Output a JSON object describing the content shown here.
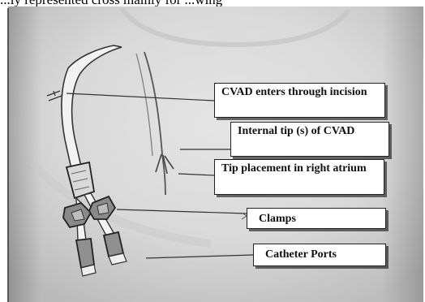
{
  "caption_fragment": "...ly represented cross mainly for ...wing",
  "labels": {
    "cvad_enters": "CVAD enters through incision",
    "internal_tip": "Internal tip (s) of CVAD",
    "tip_placement": "Tip placement in right atrium",
    "clamps": "Clamps",
    "ports": "Catheter Ports"
  },
  "colors": {
    "skin_light": "#ececec",
    "skin_shadow": "#b9b9b9",
    "line": "#333333",
    "callout_border": "#222222"
  }
}
